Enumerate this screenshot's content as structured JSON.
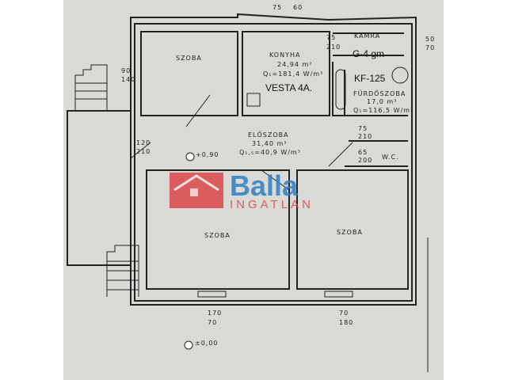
{
  "rooms": {
    "szoba_top": "SZOBA",
    "konyha": "KONYHA",
    "konyha_area": "24,94 m²",
    "konyha_q": "Q₁=181,4 W/m³",
    "vesta": "VESTA 4A.",
    "kamra": "KAMRA",
    "gas": "G-4 gm",
    "kf": "KF-125",
    "furdo": "FÜRDŐSZOBA",
    "furdo_area": "17,0 m³",
    "furdo_q": "Q₁=116,5 W/m³",
    "wc": "W.C.",
    "eloszoba": "ELŐSZOBA",
    "eloszoba_area": "31,40 m³",
    "eloszoba_q": "Q₁,₅=40,9 W/m³",
    "szoba_left": "SZOBA",
    "szoba_right": "SZOBA"
  },
  "levels": {
    "upper": "+0,90",
    "lower": "±0,00"
  },
  "dims": {
    "d75_210_a": [
      "75",
      "210"
    ],
    "d75_210_b": [
      "75",
      "210"
    ],
    "d65_200": [
      "65",
      "200"
    ],
    "d50_70": [
      "50",
      "70"
    ],
    "d90_140": [
      "90",
      "140"
    ],
    "d120_210": [
      "120",
      "210"
    ],
    "d75_60": [
      "75",
      "60"
    ],
    "d170_70": [
      "170",
      "70"
    ],
    "d70_180": [
      "70",
      "180"
    ]
  },
  "watermark": {
    "brand": "Balla",
    "sub": "INGATLAN",
    "colors": {
      "blue": "#2e7fc4",
      "red": "#d9484a"
    }
  }
}
